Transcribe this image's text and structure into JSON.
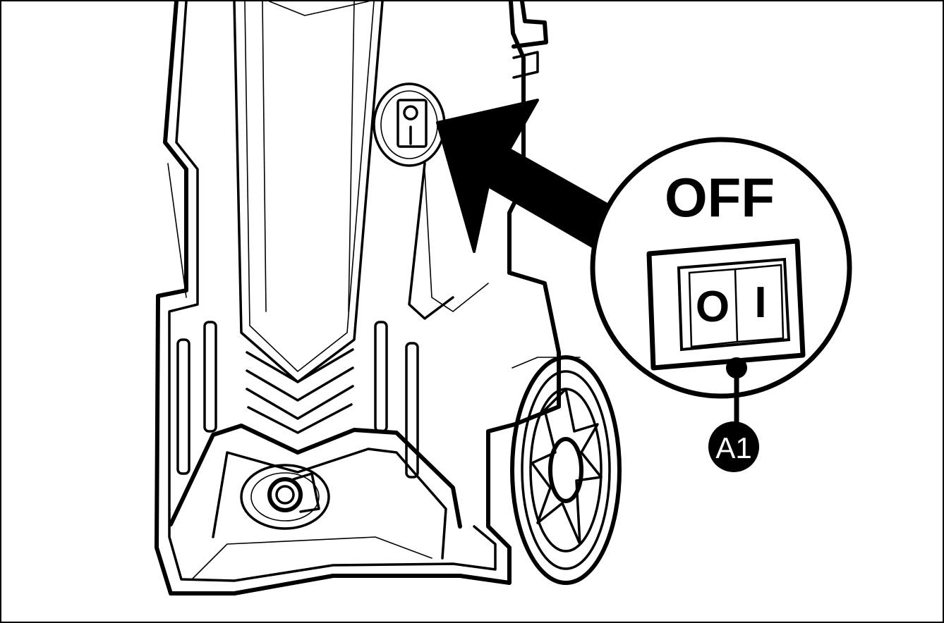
{
  "callout": {
    "state_label": "OFF",
    "switch_zero": "O",
    "switch_one": "I"
  },
  "marker": {
    "label": "A1"
  },
  "colors": {
    "ink": "#000000",
    "paper": "#ffffff"
  },
  "icons": {
    "arrow": "pointer-arrow-icon",
    "switch": "rocker-switch-icon"
  }
}
